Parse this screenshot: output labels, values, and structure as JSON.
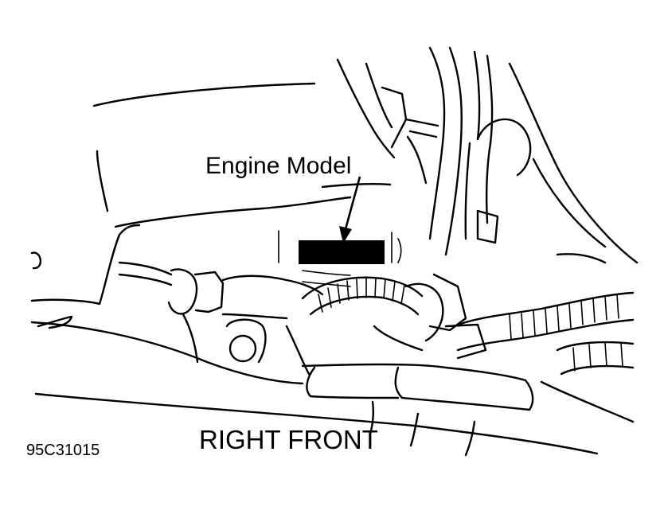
{
  "figure": {
    "callout_label": "Engine Model",
    "direction_label": "RIGHT FRONT",
    "figure_id": "95C31015"
  }
}
